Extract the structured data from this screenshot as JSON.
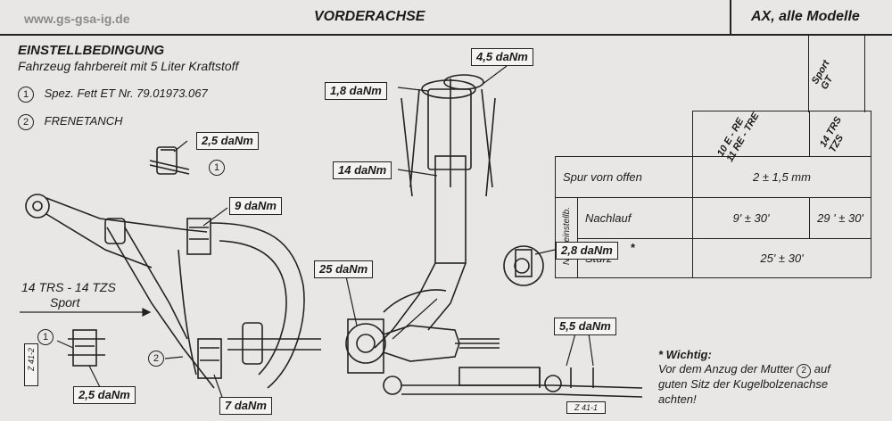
{
  "header": {
    "watermark": "www.gs-gsa-ig.de",
    "title": "VORDERACHSE",
    "models": "AX, alle Modelle"
  },
  "conditions": {
    "heading": "EINSTELLBEDINGUNG",
    "subheading": "Fahrzeug fahrbereit mit 5 Liter Kraftstoff",
    "items": [
      {
        "num": "1",
        "text": "Spez. Fett  ET Nr. 79.01973.067"
      },
      {
        "num": "2",
        "text": "FRENETANCH"
      }
    ]
  },
  "spec_table": {
    "col_headers": [
      "10 E - RE\n11 RE - TRE",
      "14 TRS\nTZS",
      "Sport\nGT"
    ],
    "row_spur_label": "Spur vorn offen",
    "row_spur_value": "2 ± 1,5 mm",
    "group_label": "Nicht einstellb.",
    "row_nachlauf_label": "Nachlauf",
    "row_nachlauf_value_a": "9' ± 30'",
    "row_nachlauf_value_b": "29 ' ± 30'",
    "row_sturz_label": "Sturz",
    "row_sturz_value": "25' ± 30'"
  },
  "torques": {
    "t1": "2,5 daNm",
    "t2": "9 daNm",
    "t3": "2,5 daNm",
    "t4": "7 daNm",
    "t5": "1,8 daNm",
    "t6": "4,5 daNm",
    "t7": "14 daNm",
    "t8": "25 daNm",
    "t9": "2,8 daNm",
    "t9_mark": "*",
    "t10": "5,5 daNm"
  },
  "variant_label": {
    "line1": "14 TRS - 14 TZS",
    "line2": "Sport"
  },
  "markers": {
    "m1": "1",
    "m2": "2",
    "m3": "1"
  },
  "figure_refs": {
    "left": "Z 41-2",
    "right": "Z 41-1"
  },
  "note": {
    "title": "* Wichtig:",
    "line1": "Vor dem Anzug der Mutter",
    "num": "2",
    "line1b": "auf",
    "line2": "guten Sitz der Kugelbolzenachse",
    "line3": "achten!"
  }
}
